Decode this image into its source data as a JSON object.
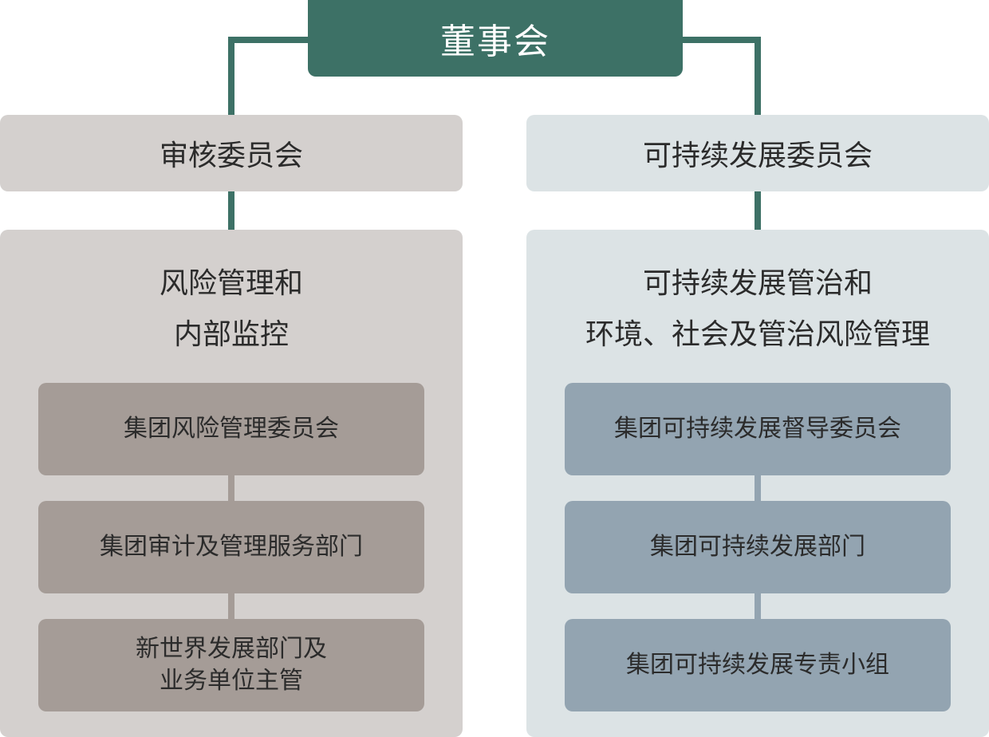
{
  "board": {
    "label": "董事会"
  },
  "left": {
    "committee": "审核委员会",
    "panel_title": [
      "风险管理和",
      "内部监控"
    ],
    "units": [
      {
        "lines": [
          "集团风险管理委员会"
        ]
      },
      {
        "lines": [
          "集团审计及管理服务部门"
        ]
      },
      {
        "lines": [
          "新世界发展部门及",
          "业务单位主管"
        ]
      }
    ]
  },
  "right": {
    "committee": "可持续发展委员会",
    "panel_title": [
      "可持续发展管治和",
      "环境、社会及管治风险管理"
    ],
    "units": [
      {
        "lines": [
          "集团可持续发展督导委员会"
        ]
      },
      {
        "lines": [
          "集团可持续发展部门"
        ]
      },
      {
        "lines": [
          "集团可持续发展专责小组"
        ]
      }
    ]
  },
  "colors": {
    "board": "#3d7166",
    "connector_main": "#3d7166",
    "left_tone": "#d4d0ce",
    "left_unit": "#a59c97",
    "right_tone": "#dce3e5",
    "right_unit": "#93a4b1"
  }
}
